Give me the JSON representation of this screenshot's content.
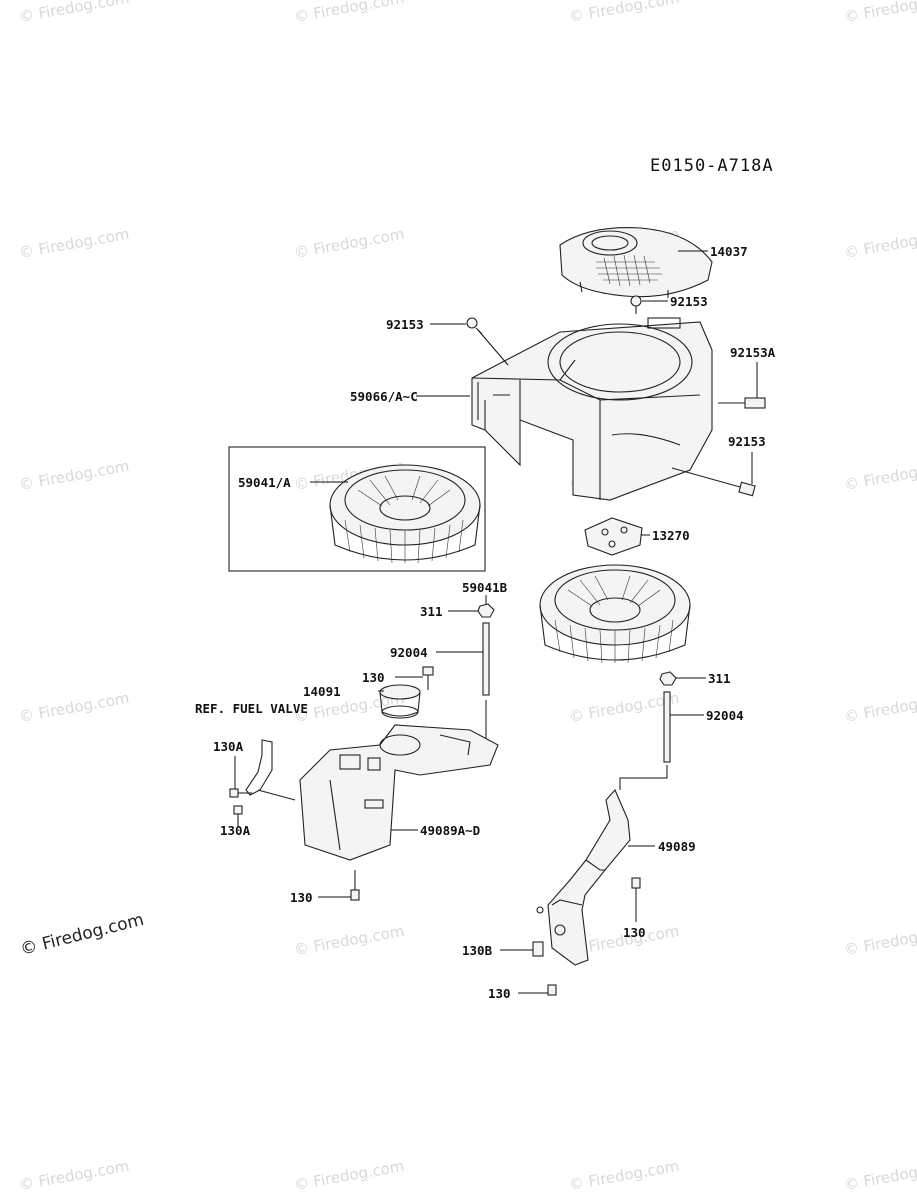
{
  "diagram_code": "E0150-A718A",
  "watermark_text": "© Firedog.com",
  "parts": {
    "p14037": "14037",
    "p92153_top": "92153",
    "p92153_left": "92153",
    "p92153A": "92153A",
    "p92153_right": "92153",
    "p59066": "59066/A~C",
    "p59041": "59041/A",
    "p13270": "13270",
    "p59041B": "59041B",
    "p311_left": "311",
    "p92004_left": "92004",
    "p130_top": "130",
    "p14091": "14091",
    "ref_fuel_valve": "REF. FUEL  VALVE",
    "p130A_top": "130A",
    "p130A_bottom": "130A",
    "p49089AD": "49089A~D",
    "p130_bottom_left": "130",
    "p311_right": "311",
    "p92004_right": "92004",
    "p49089": "49089",
    "p130_right": "130",
    "p130B": "130B",
    "p130_bottom": "130"
  }
}
